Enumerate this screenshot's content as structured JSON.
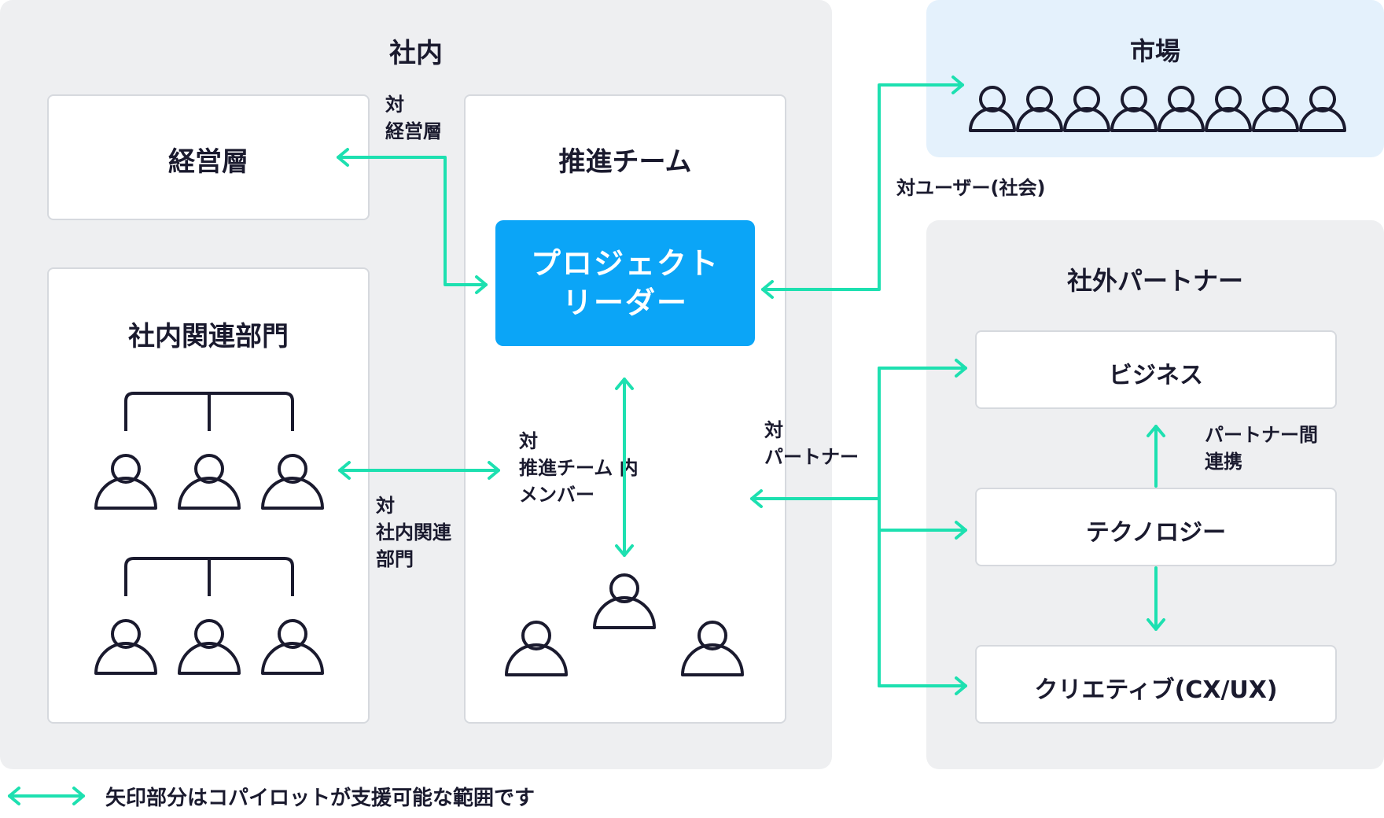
{
  "inside": {
    "title": "社内",
    "management": {
      "title": "経営層"
    },
    "departments": {
      "title": "社内関連部門"
    },
    "promo_team": {
      "title": "推進チーム",
      "leader": [
        "プロジェクト",
        "リーダー"
      ]
    },
    "labels": {
      "vs_management": [
        "対",
        "経営層"
      ],
      "vs_departments": [
        "対",
        "社内関連",
        "部門"
      ],
      "vs_members": [
        "対",
        "推進チーム 内",
        "メンバー"
      ]
    }
  },
  "market": {
    "title": "市場",
    "label": "対ユーザー(社会)"
  },
  "partners": {
    "title": "社外パートナー",
    "label": [
      "対",
      "パートナー"
    ],
    "link_label": [
      "パートナー間",
      "連携"
    ],
    "items": [
      "ビジネス",
      "テクノロジー",
      "クリエティブ(CX/UX)"
    ]
  },
  "legend": {
    "text": "矢印部分はコパイロットが支援可能な範囲です"
  },
  "colors": {
    "arrow": "#1de0b0",
    "leader": "#0ba5f7",
    "panel": "#eeeff1",
    "market": "#e4f1fc"
  }
}
